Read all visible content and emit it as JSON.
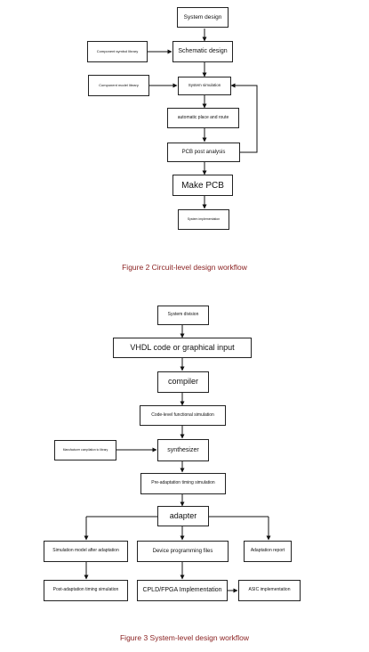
{
  "figure2": {
    "nodes": {
      "system_design": "System design",
      "schematic_design": "Schematic design",
      "component_symbol_library": "Component symbol library",
      "component_model_library": "Component model library",
      "system_simulation": "System simulation",
      "auto_place_route": "automatic place and route",
      "pcb_post_analysis": "PCB post analysis",
      "make_pcb": "Make PCB",
      "system_implementation": "System implementation"
    },
    "caption": "Figure 2 Circuit-level design workflow"
  },
  "figure3": {
    "nodes": {
      "system_division": "System division",
      "vhdl_input": "VHDL code or graphical input",
      "compiler": "compiler",
      "code_level_sim": "Code-level functional simulation",
      "synthesizer": "synthesizer",
      "manufacturer_library": "Manufacturer compilation to library",
      "pre_adaptation_sim": "Pre-adaptation timing simulation",
      "adapter": "adapter",
      "sim_model_after": "Simulation model after adaptation",
      "device_programming_files": "Device programming files",
      "adaptation_report": "Adaptation report",
      "post_adaptation_sim": "Post-adaptation timing simulation",
      "cpld_fpga_impl": "CPLD/FPGA Implementation",
      "asic_impl": "ASIC implementation"
    },
    "caption": "Figure 3 System-level design workflow"
  }
}
